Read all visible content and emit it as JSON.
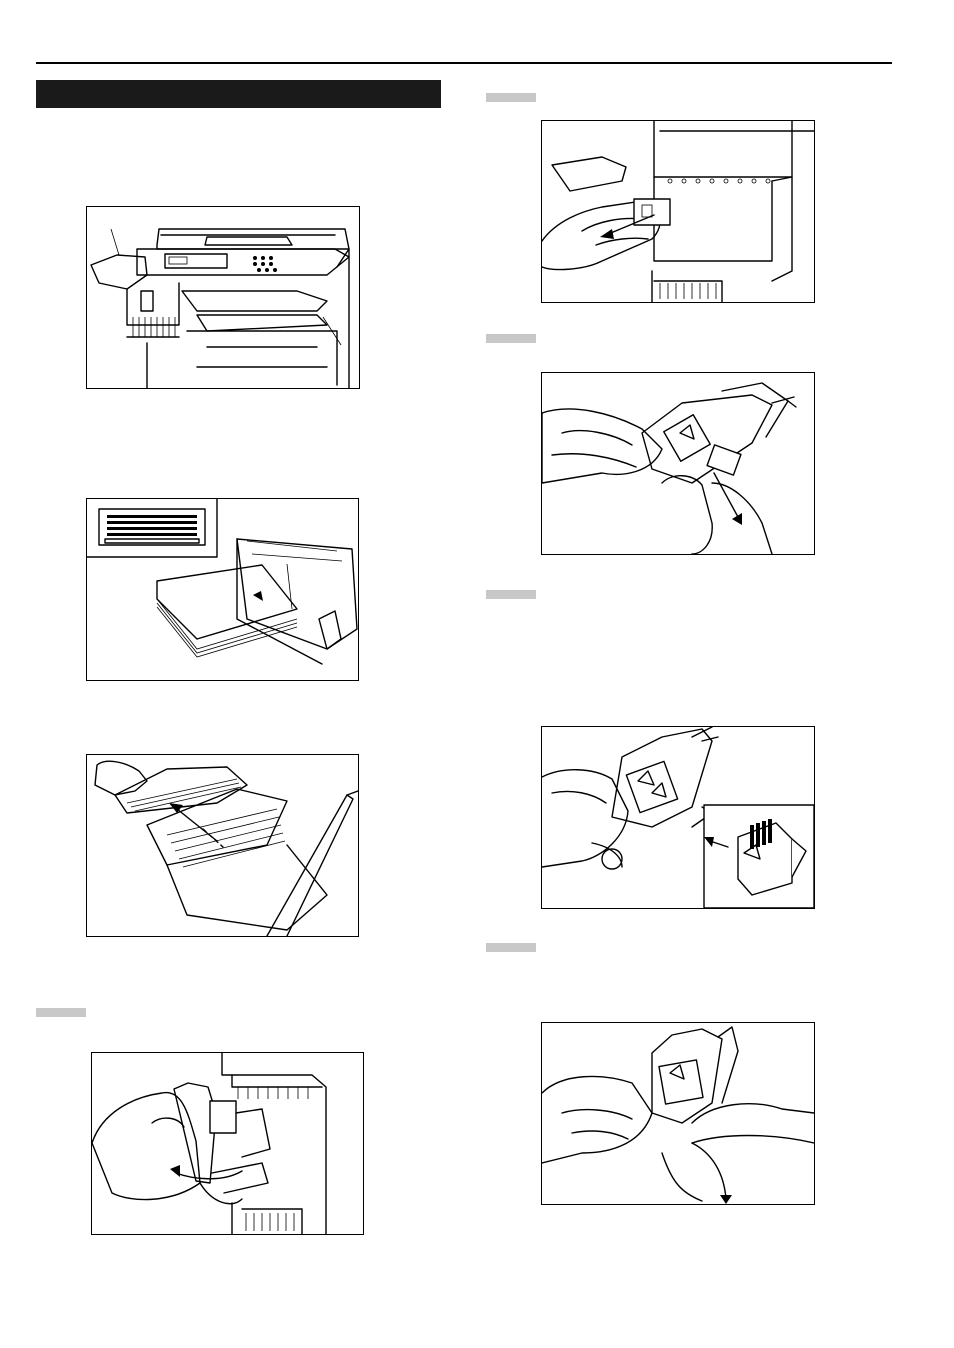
{
  "document": {
    "section_heading": "",
    "step_tabs": [
      "",
      "",
      "",
      "",
      ""
    ]
  },
  "figures": [
    {
      "id": "copier-with-finisher",
      "icon": "copier-overview-illustration"
    },
    {
      "id": "stacked-paper-output-tray",
      "icon": "paper-stack-illustration"
    },
    {
      "id": "pull-out-tray-extension",
      "icon": "tray-extension-illustration"
    },
    {
      "id": "open-stapler-cover",
      "icon": "stapler-cover-illustration"
    },
    {
      "id": "remove-staple-holder",
      "icon": "staple-holder-removal-illustration"
    },
    {
      "id": "release-cartridge",
      "icon": "cartridge-release-illustration"
    },
    {
      "id": "insert-new-cartridge",
      "icon": "cartridge-insert-illustration"
    },
    {
      "id": "close-holder",
      "icon": "holder-close-illustration"
    }
  ]
}
